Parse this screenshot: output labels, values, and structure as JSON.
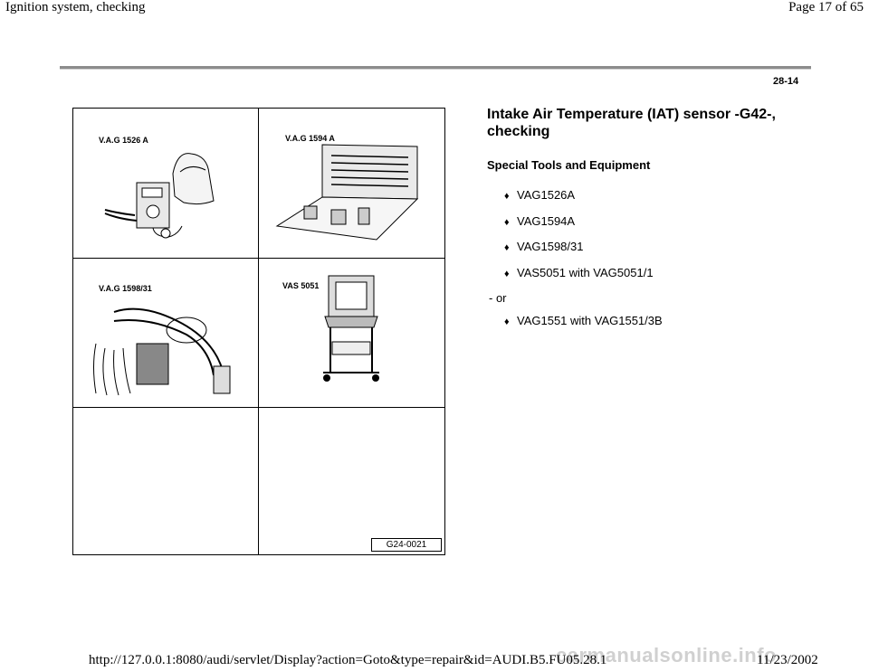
{
  "header": {
    "title": "Ignition system, checking",
    "page": "Page 17 of 65"
  },
  "page_number": "28-14",
  "figure": {
    "labels": [
      "V.A.G 1526 A",
      "V.A.G 1594 A",
      "V.A.G 1598/31",
      "VAS 5051"
    ],
    "code": "G24-0021"
  },
  "content": {
    "title": "Intake Air Temperature (IAT) sensor -G42-, checking",
    "subtitle": "Special Tools and Equipment",
    "bullet": "♦",
    "items": [
      "VAG1526A",
      "VAG1594A",
      "VAG1598/31",
      "VAS5051 with VAG5051/1"
    ],
    "or_text": "-  or",
    "alt_item": "VAG1551 with VAG1551/3B"
  },
  "footer": {
    "url": "http://127.0.0.1:8080/audi/servlet/Display?action=Goto&type=repair&id=AUDI.B5.FU05.28.1",
    "date": "11/23/2002",
    "watermark": "carmanualsonline.info"
  }
}
